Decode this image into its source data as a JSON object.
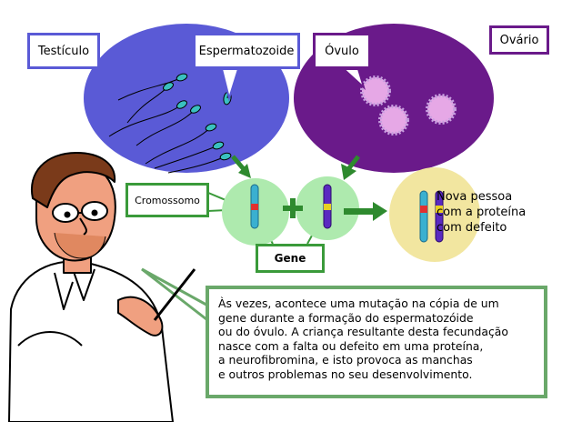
{
  "labels": {
    "testiculo": "Testículo",
    "espermatozoide": "Espermatozoide",
    "ovulo": "Óvulo",
    "ovario": "Ovário",
    "cromossomo": "Cromossomo",
    "gene": "Gene"
  },
  "result_caption": "Nova pessoa\ncom a proteína\ncom defeito",
  "explanation": "Às vezes, acontece uma mutação na cópia de um\ngene durante a formação do espermatozóide\nou do óvulo. A criança resultante desta fecundação\nnasce com a falta ou defeito em uma proteína,\na neurofibromina, e isto provoca as manchas\ne outros problemas no seu desenvolvimento.",
  "colors": {
    "testis": "#5a5ad6",
    "ovary": "#6a1a8a",
    "cell_green": "#aeeaae",
    "result_yellow": "#f2e6a0",
    "arrow_green": "#2e8a2e",
    "chromosome_blue": "#3ab0d0",
    "chromosome_purple": "#5a2ac0",
    "chromosome_yellow": "#e8d020",
    "gene_red": "#e03030"
  }
}
